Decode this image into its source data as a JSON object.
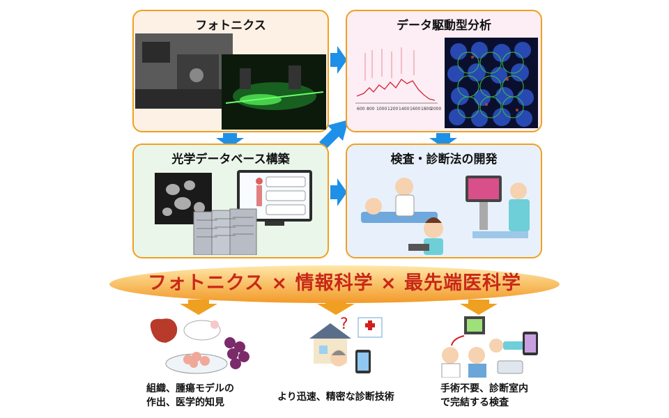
{
  "panels": {
    "photonics": {
      "title": "フォトニクス"
    },
    "data_analysis": {
      "title": "データ駆動型分析",
      "spectrum_ticks": [
        "600",
        "800",
        "1000",
        "1200",
        "1400",
        "1600",
        "1800",
        "2000"
      ]
    },
    "database": {
      "title": "光学データベース構築"
    },
    "diagnosis": {
      "title": "検査・診断法の開発"
    }
  },
  "banner": {
    "text": "フォトニクス × 情報科学 × 最先端医科学"
  },
  "outcomes": [
    {
      "line1": "組織、腫瘍モデルの",
      "line2": "作出、医学的知見"
    },
    {
      "line1": "より迅速、精密な診断技術"
    },
    {
      "line1": "手術不要、診断室内",
      "line2": "で完結する検査"
    }
  ],
  "colors": {
    "panel_border": "#f0a020",
    "banner_text": "#c82818",
    "arrow_blue": "#1e90e8",
    "arrow_orange": "#f0a020"
  }
}
